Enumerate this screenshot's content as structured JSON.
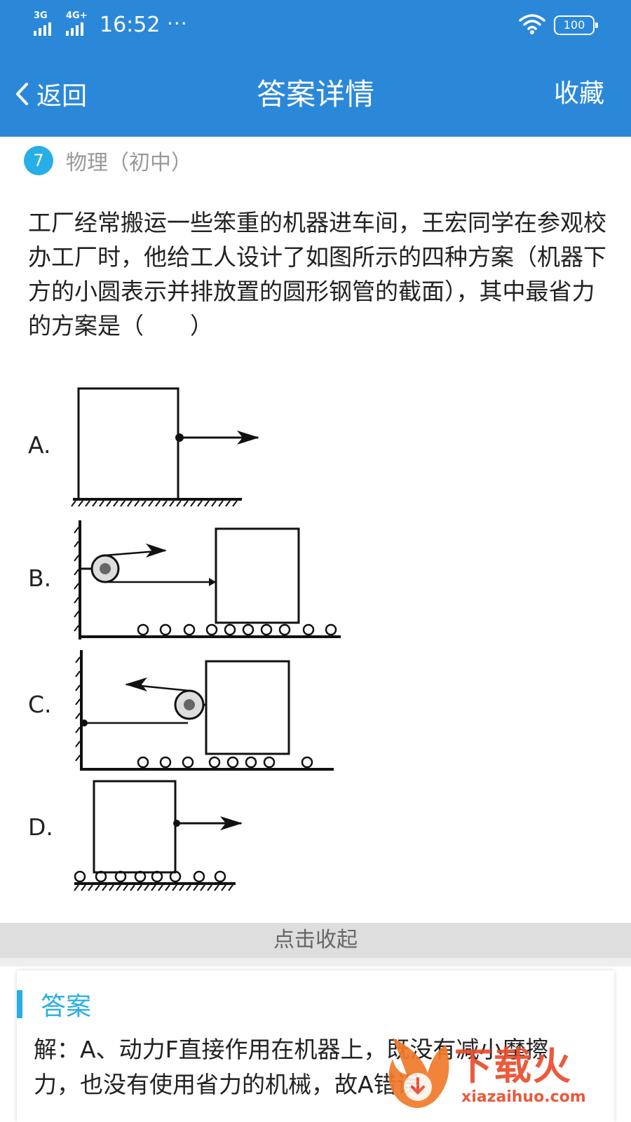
{
  "status": {
    "net1": "3G",
    "net2": "4G+",
    "time": "16:52",
    "more": "···",
    "battery": "100"
  },
  "nav": {
    "back_label": "返回",
    "title": "答案详情",
    "favorite_label": "收藏"
  },
  "question": {
    "number": "7",
    "subject": "物理（初中）",
    "text": "工厂经常搬运一些笨重的机器进车间，王宏同学在参观校办工厂时，他给工人设计了如图所示的四种方案（机器下方的小圆表示并排放置的圆形钢管的截面），其中最省力的方案是（　　）",
    "options": [
      {
        "label": "A."
      },
      {
        "label": "B."
      },
      {
        "label": "C."
      },
      {
        "label": "D."
      }
    ]
  },
  "collapse_label": "点击收起",
  "answer": {
    "heading": "答案",
    "text": "解：A、动力F直接作用在机器上，既没有减小摩擦力，也没有使用省力的机械，故A错误"
  },
  "watermark": {
    "brand": "下载火",
    "url": "xiazaihuo.com"
  },
  "colors": {
    "header": "#2b88d9",
    "accent": "#27aee6",
    "watermark": "#e94d2c"
  }
}
